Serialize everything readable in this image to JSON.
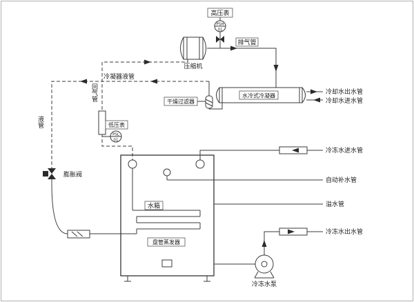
{
  "labels": {
    "high_pressure_gauge": "高压表",
    "exhaust_pipe": "排气管",
    "compressor": "压缩机",
    "condenser": "水冷式冷凝器",
    "dryer_filter": "干燥过滤器",
    "condensate_liquid_pipe": "冷凝器液管",
    "return_gas_pipe": "回气管",
    "liquid_pipe": "液管",
    "low_pressure_gauge": "低压表",
    "expansion_valve": "膨胀阀",
    "water_tank": "水箱",
    "coil_evaporator": "盘管蒸发器",
    "cooling_water_out": "冷却水出水管",
    "cooling_water_in": "冷却水进水管",
    "chilled_water_in": "冷冻水进水管",
    "auto_refill_pipe": "自动补水管",
    "overflow_pipe": "溢水管",
    "chilled_water_out": "冷冻水出水管",
    "chilled_water_pump": "冷冻水泵"
  },
  "instruments": {
    "psh": {
      "tag": "PSH",
      "num": "01"
    },
    "psl": {
      "tag": "PSL",
      "num": "01"
    }
  },
  "colors": {
    "line": "#3a3a3a",
    "background": "#ffffff",
    "border": "#b0b0b0"
  }
}
